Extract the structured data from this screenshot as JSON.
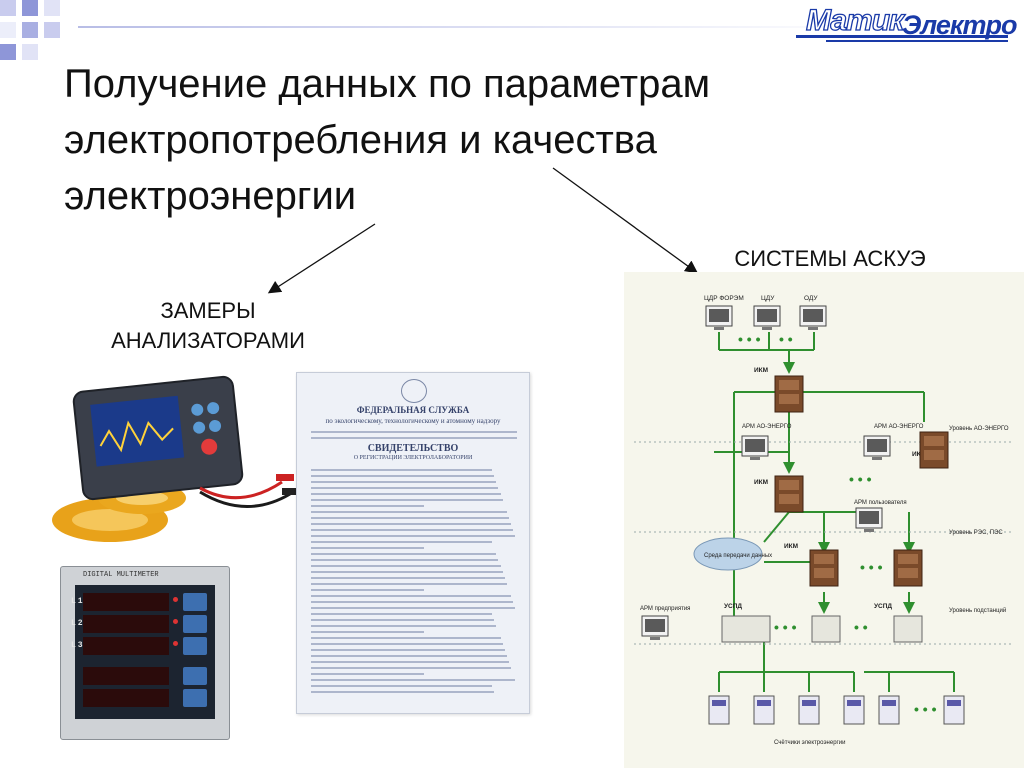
{
  "logo": {
    "part1": "Матик",
    "part2": "Электро"
  },
  "slide": {
    "title": "Получение данных по параметрам электропотребления и качества электроэнергии",
    "left_label": "ЗАМЕРЫ АНАЛИЗАТОРАМИ",
    "right_label": "СИСТЕМЫ АСКУЭ"
  },
  "certificate": {
    "line1": "ФЕДЕРАЛЬНАЯ СЛУЖБА",
    "line2": "по экологическому, технологическому и атомному надзору",
    "heading": "СВИДЕТЕЛЬСТВО",
    "subheading": "О РЕГИСТРАЦИИ ЭЛЕКТРОЛАБОРАТОРИИ"
  },
  "multimeter": {
    "title": "DIGITAL MULTIMETER",
    "rows": [
      {
        "label": "L1",
        "value": ""
      },
      {
        "label": "L2",
        "value": ""
      },
      {
        "label": "L3",
        "value": ""
      }
    ]
  },
  "scheme": {
    "top_labels": [
      "ЦДР ФОРЭМ",
      "ЦДУ",
      "ОДУ"
    ],
    "ikm": "ИКМ",
    "arm_ao_energo": "АРМ АО-ЭНЕРГО",
    "level_ao_energo": "Уровень АО-ЭНЕРГО",
    "arm_user": "АРМ пользователя",
    "level_res": "Уровень РЭС, ПЭС",
    "cloud": "Среда передачи данных",
    "arm_enterprise": "АРМ предприятия",
    "uspd": "УСПД",
    "level_substation": "Уровень подстанций",
    "meters": "Счётчики электроэнергии"
  },
  "colors": {
    "accent": "#1a3aa8",
    "scheme_arrow": "#2f8f2f",
    "cabinet": "#7a4a2a",
    "cloud": "#bcd3e8"
  }
}
